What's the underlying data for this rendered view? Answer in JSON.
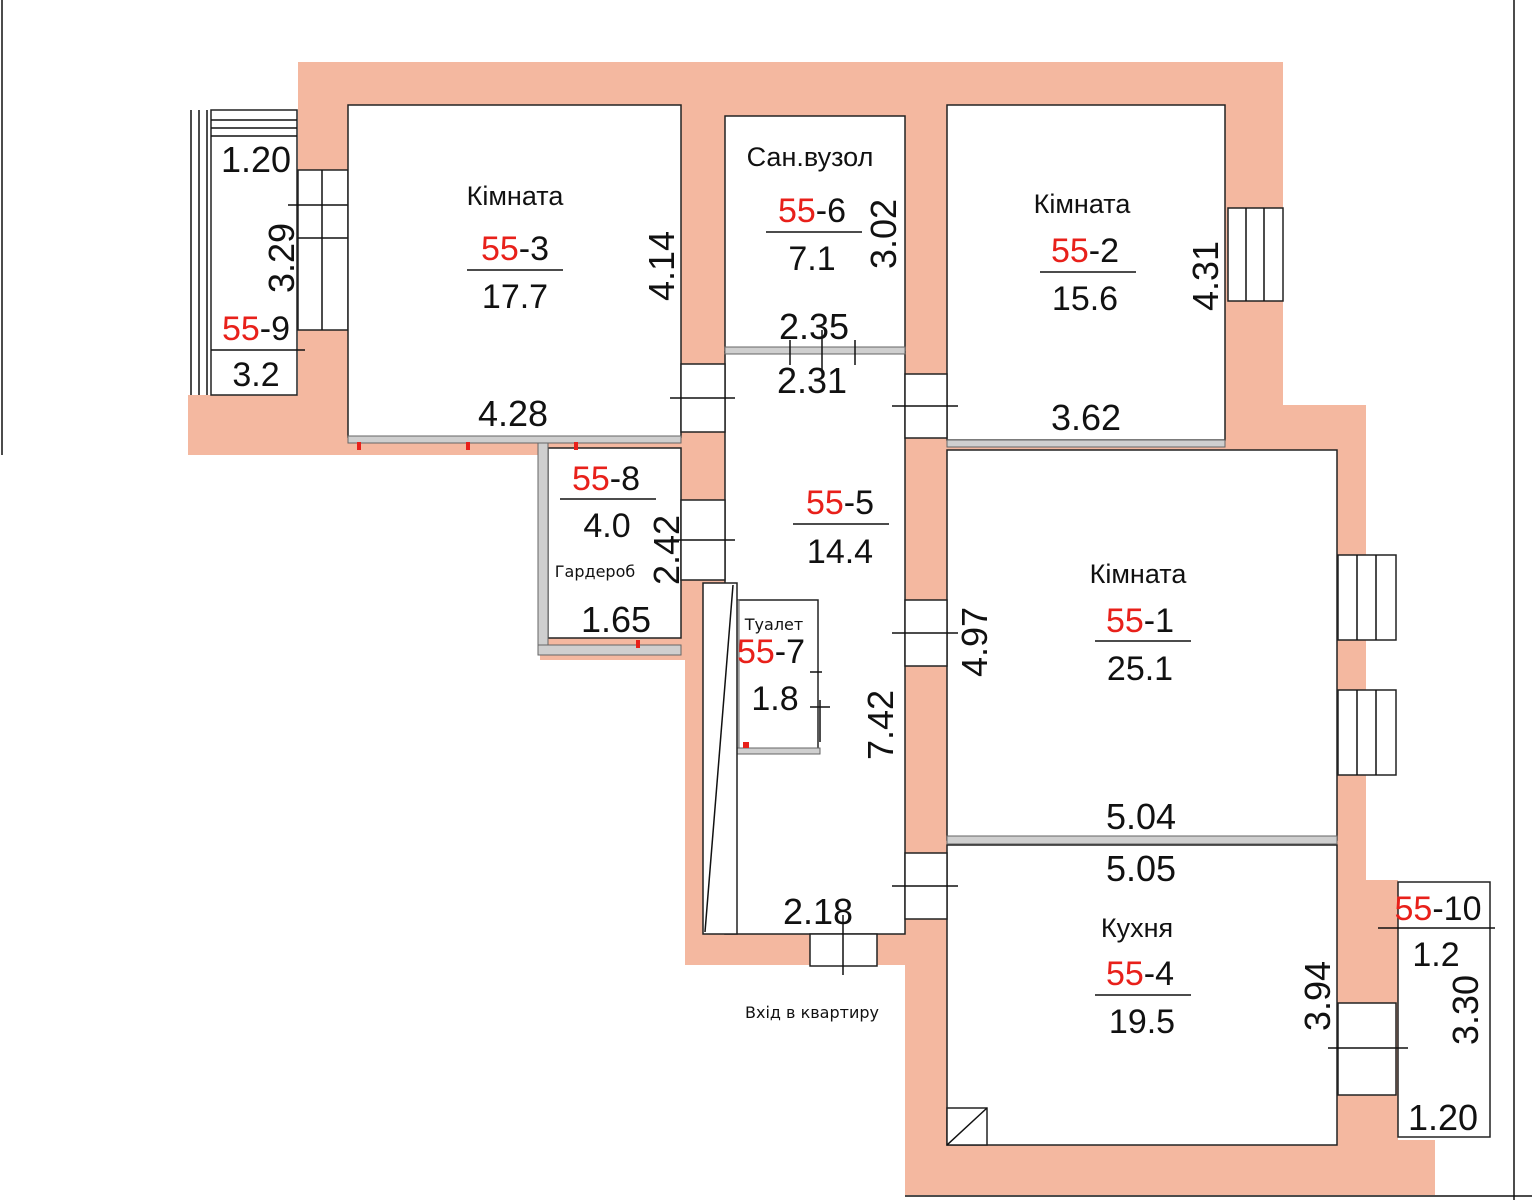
{
  "colors": {
    "wall": "#f4b8a0",
    "room_number": "#e8201a",
    "text": "#111111",
    "partition": "#cfcfcf"
  },
  "rooms": [
    {
      "label": "Кімната",
      "prefix": "55",
      "suffix": "-3",
      "area": "17.7"
    },
    {
      "label": "Сан.вузол",
      "prefix": "55",
      "suffix": "-6",
      "area": "7.1"
    },
    {
      "label": "Кімната",
      "prefix": "55",
      "suffix": "-2",
      "area": "15.6"
    },
    {
      "label": "Кімната",
      "prefix": "55",
      "suffix": "-1",
      "area": "25.1"
    },
    {
      "label": "Кухня",
      "prefix": "55",
      "suffix": "-4",
      "area": "19.5"
    },
    {
      "label": "Гардероб",
      "prefix": "55",
      "suffix": "-8",
      "area": "4.0"
    },
    {
      "label": "",
      "prefix": "55",
      "suffix": "-5",
      "area": "14.4"
    },
    {
      "label": "Туалет",
      "prefix": "55",
      "suffix": "-7",
      "area": "1.8"
    },
    {
      "label": "",
      "prefix": "55",
      "suffix": "-9",
      "area": "3.2"
    },
    {
      "label": "",
      "prefix": "55",
      "suffix": "-10",
      "area": "1.2"
    }
  ],
  "dimensions": {
    "balcony_top_width": "1.20",
    "balcony_height": "3.29",
    "room3_height": "4.14",
    "room3_width": "4.28",
    "bath_height": "3.02",
    "bath_width_top": "2.35",
    "bath_width_bottom": "2.31",
    "room2_height": "4.31",
    "room2_width": "3.62",
    "wardrobe_height": "2.42",
    "wardrobe_width": "1.65",
    "hall_length": "7.42",
    "room1_height": "4.97",
    "room1_width": "5.04",
    "kitchen_width": "5.05",
    "hall_width": "2.18",
    "kitchen_height": "3.94",
    "loggia_height": "3.30",
    "loggia_width": "1.20"
  },
  "entrance_label": "Вхід в квартиру"
}
